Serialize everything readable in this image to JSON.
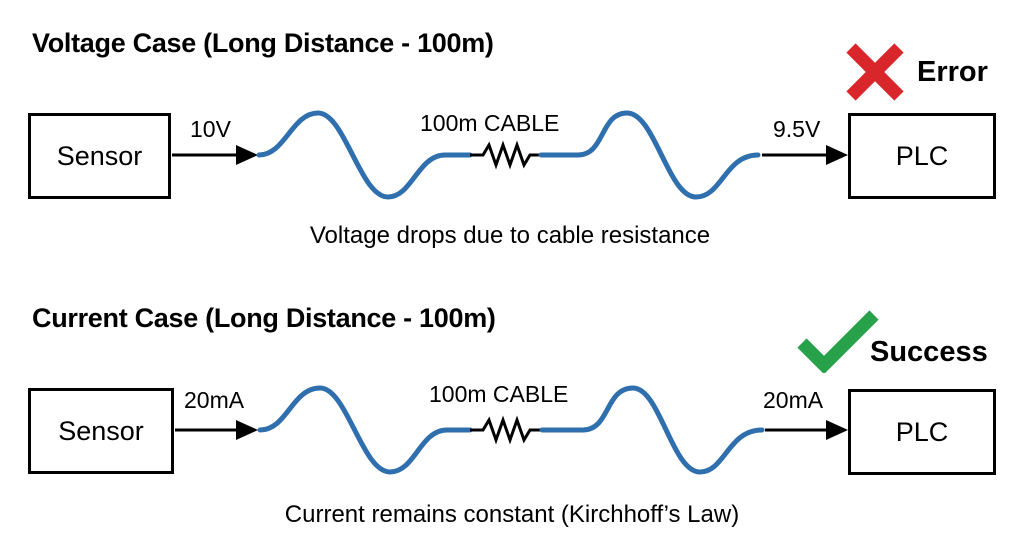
{
  "colors": {
    "cable": "#2f6fad",
    "error": "#d9262b",
    "success": "#27a24a",
    "line": "#000000",
    "background": "#ffffff"
  },
  "voltage_case": {
    "title": "Voltage Case (Long Distance - 100m)",
    "source_label": "Sensor",
    "input_value": "10V",
    "cable_label": "100m CABLE",
    "output_value": "9.5V",
    "destination_label": "PLC",
    "status": {
      "icon": "cross-icon",
      "text": "Error"
    },
    "caption": "Voltage drops due to cable resistance"
  },
  "current_case": {
    "title": "Current Case (Long Distance - 100m)",
    "source_label": "Sensor",
    "input_value": "20mA",
    "cable_label": "100m CABLE",
    "output_value": "20mA",
    "destination_label": "PLC",
    "status": {
      "icon": "checkmark-icon",
      "text": "Success"
    },
    "caption": "Current remains constant (Kirchhoff’s Law)"
  }
}
